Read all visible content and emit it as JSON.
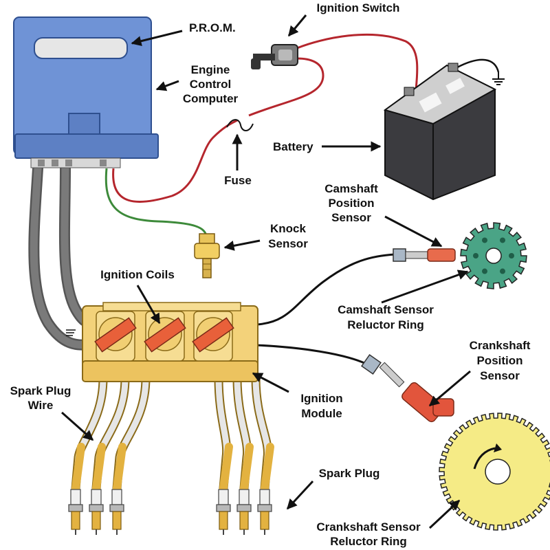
{
  "labels": {
    "prom": "P.R.O.M.",
    "ignition_switch": "Ignition Switch",
    "ecu": [
      "Engine",
      "Control",
      "Computer"
    ],
    "battery": "Battery",
    "fuse": "Fuse",
    "camshaft_position_sensor": [
      "Camshaft",
      "Position",
      "Sensor"
    ],
    "knock_sensor": [
      "Knock",
      "Sensor"
    ],
    "ignition_coils": "Ignition Coils",
    "camshaft_reluctor": [
      "Camshaft Sensor",
      "Reluctor Ring"
    ],
    "crankshaft_position_sensor": [
      "Crankshaft",
      "Position",
      "Sensor"
    ],
    "spark_plug_wire": [
      "Spark Plug",
      "Wire"
    ],
    "ignition_module": [
      "Ignition",
      "Module"
    ],
    "spark_plug": "Spark Plug",
    "crankshaft_reluctor": [
      "Crankshaft Sensor",
      "Reluctor Ring"
    ]
  },
  "colors": {
    "ecu_body": "#6f93d6",
    "coil_pack": "#f3d27a",
    "coil_strip": "#e8603a",
    "battery_body": "#3b3b3f",
    "power_wire": "#b5262d",
    "ground_wire": "#3d8a3a",
    "harness": "#6d6d6d",
    "cam_gear": "#4aa486",
    "crank_gear": "#f5eb86",
    "crank_sensor": "#e2553c"
  },
  "icons": [
    "arrow-icon",
    "ground-icon",
    "key-icon",
    "fuse-icon"
  ]
}
